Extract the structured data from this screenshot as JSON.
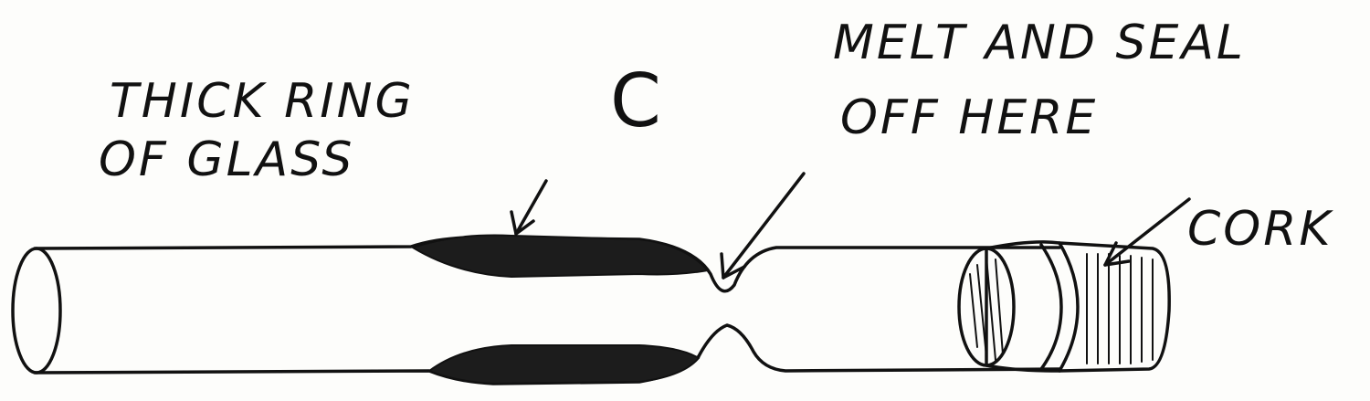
{
  "labels": {
    "thick_ring_line1": "THICK RING",
    "thick_ring_line2": "OF GLASS",
    "diagram_letter": "C",
    "melt_line1": "MELT AND SEAL",
    "melt_line2": "OFF HERE",
    "cork": "CORK"
  }
}
